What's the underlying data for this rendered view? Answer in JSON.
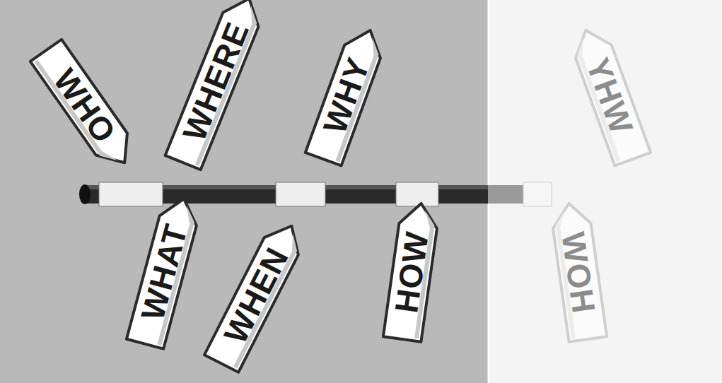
{
  "diagram": {
    "nodes": [
      {
        "text": [
          "WHO"
        ]
      },
      {
        "text": [
          "WHERE"
        ]
      },
      {
        "text": [
          "WHAT"
        ]
      },
      {
        "text": [
          "WHEN"
        ]
      },
      {
        "text": [
          "WHY"
        ]
      },
      {
        "text": [
          "HOW"
        ]
      },
      {
        "text": [
          "WHY"
        ]
      },
      {
        "text": [
          "HOW"
        ]
      }
    ]
  }
}
